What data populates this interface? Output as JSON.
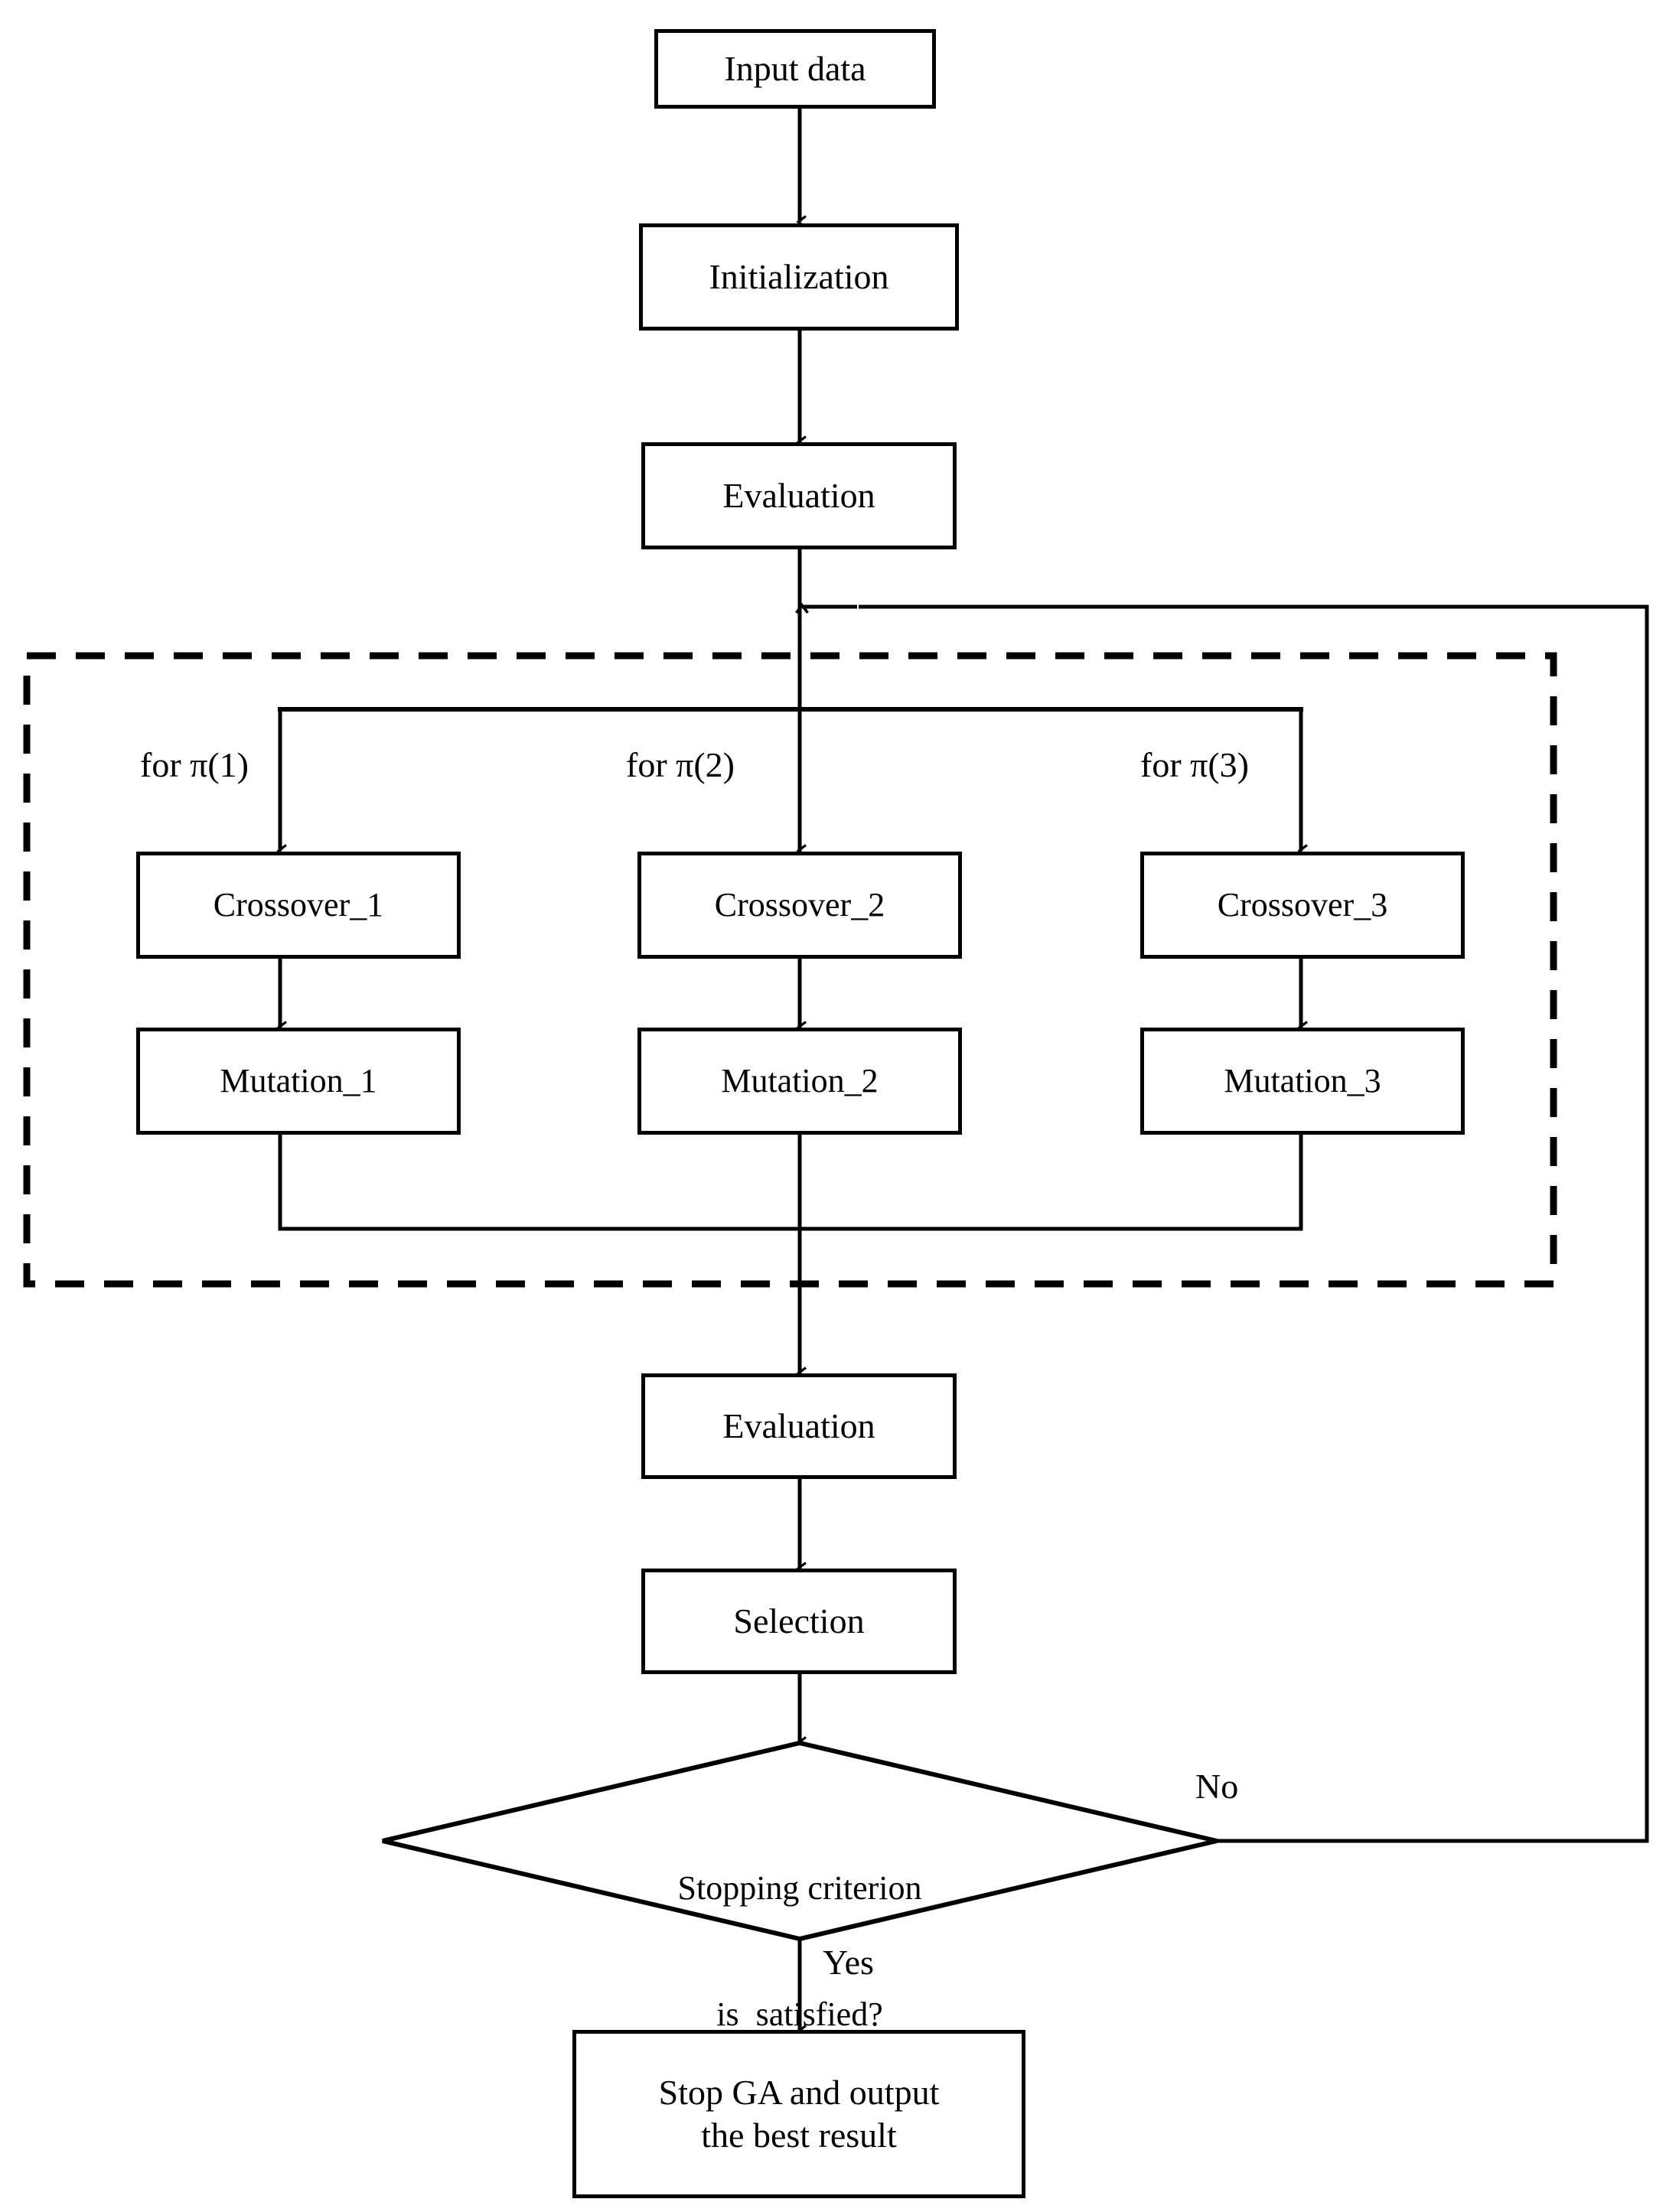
{
  "diagram": {
    "title": "Genetic Algorithm flowchart with parallel sub-population operators",
    "type": "flowchart"
  },
  "nodes": {
    "input_data": "Input data",
    "initialization": "Initialization",
    "evaluation_top": "Evaluation",
    "crossover_1": "Crossover_1",
    "crossover_2": "Crossover_2",
    "crossover_3": "Crossover_3",
    "mutation_1": "Mutation_1",
    "mutation_2": "Mutation_2",
    "mutation_3": "Mutation_3",
    "evaluation_bottom": "Evaluation",
    "selection": "Selection",
    "decision_line1": "Stopping criterion",
    "decision_line2": "is  satisfied?",
    "stop_line1": "Stop GA and output",
    "stop_line2": "the best result"
  },
  "edge_labels": {
    "for_pi_1": "for π(1)",
    "for_pi_2": "for π(2)",
    "for_pi_3": "for π(3)",
    "no": "No",
    "yes": "Yes"
  },
  "colors": {
    "stroke": "#000000",
    "fill": "#ffffff",
    "background": "#ffffff"
  }
}
